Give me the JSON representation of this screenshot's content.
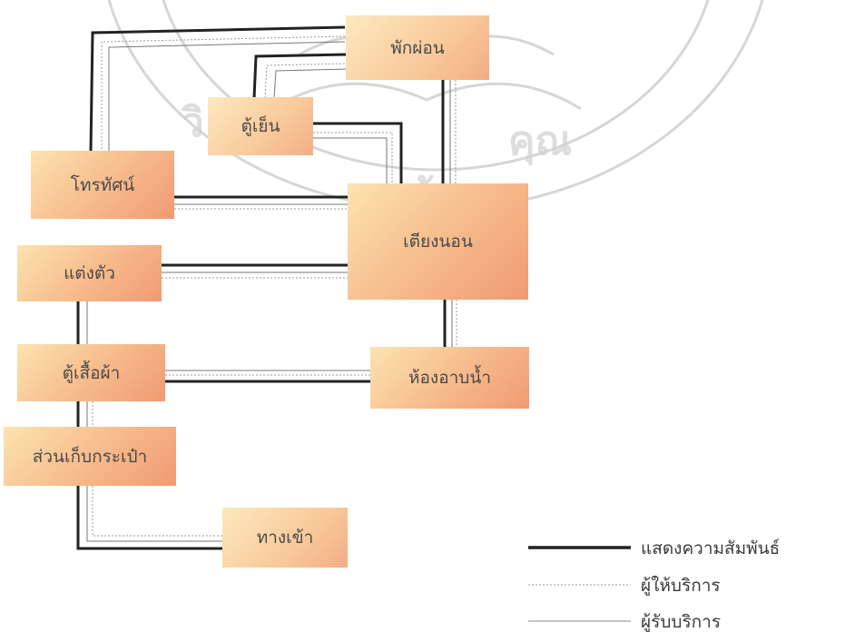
{
  "nodes": {
    "rest": "พักผ่อน",
    "fridge": "ตู้เย็น",
    "tv": "โทรทัศน์",
    "bed": "เตียงนอน",
    "dressing": "แต่งตัว",
    "wardrobe": "ตู้เสื้อผ้า",
    "bathroom": "ห้องอาบน้ำ",
    "luggage": "ส่วนเก็บกระเป๋า",
    "entrance": "ทางเข้า"
  },
  "legend": {
    "relation": "แสดงความสัมพันธ์",
    "provider": "ผู้ให้บริการ",
    "guest": "ผู้รับบริการ"
  },
  "colors": {
    "box_light": "#fce3b0",
    "box_dark": "#f09a72",
    "line_relation": "#222222",
    "line_provider": "#9a9a9a",
    "line_guest": "#8a8a8a",
    "watermark": "#c8c8c8"
  }
}
